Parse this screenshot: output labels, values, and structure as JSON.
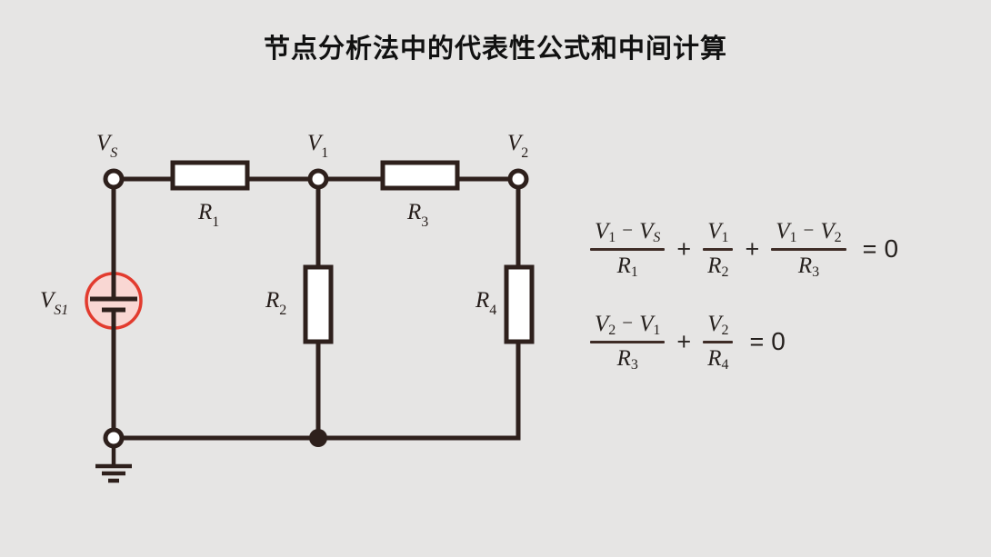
{
  "title": "节点分析法中的代表性公式和中间计算",
  "colors": {
    "background": "#e6e5e4",
    "wire": "#2e201c",
    "resistor_fill": "#ffffff",
    "source_stroke": "#e23b2e",
    "source_fill": "#f9d7d3",
    "fraction_bar": "#3e2c26",
    "text": "#241b18"
  },
  "circuit": {
    "nodes": {
      "vs": {
        "base": "V",
        "sub": "S"
      },
      "v1": {
        "base": "V",
        "sub": "1"
      },
      "v2": {
        "base": "V",
        "sub": "2"
      }
    },
    "resistors": {
      "r1": {
        "base": "R",
        "sub": "1"
      },
      "r2": {
        "base": "R",
        "sub": "2"
      },
      "r3": {
        "base": "R",
        "sub": "3"
      },
      "r4": {
        "base": "R",
        "sub": "4"
      }
    },
    "source": {
      "base": "V",
      "sub": "S1"
    }
  },
  "equations": {
    "eq1": {
      "f1": {
        "n1": "V",
        "n1s": "1",
        "op": "−",
        "n2": "V",
        "n2s": "S",
        "d": "R",
        "ds": "1"
      },
      "plus1": "+",
      "f2": {
        "n1": "V",
        "n1s": "1",
        "d": "R",
        "ds": "2"
      },
      "plus2": "+",
      "f3": {
        "n1": "V",
        "n1s": "1",
        "op": "−",
        "n2": "V",
        "n2s": "2",
        "d": "R",
        "ds": "3"
      },
      "equals": "=",
      "rhs": "0"
    },
    "eq2": {
      "f1": {
        "n1": "V",
        "n1s": "2",
        "op": "−",
        "n2": "V",
        "n2s": "1",
        "d": "R",
        "ds": "3"
      },
      "plus1": "+",
      "f2": {
        "n1": "V",
        "n1s": "2",
        "d": "R",
        "ds": "4"
      },
      "equals": "=",
      "rhs": "0"
    }
  }
}
